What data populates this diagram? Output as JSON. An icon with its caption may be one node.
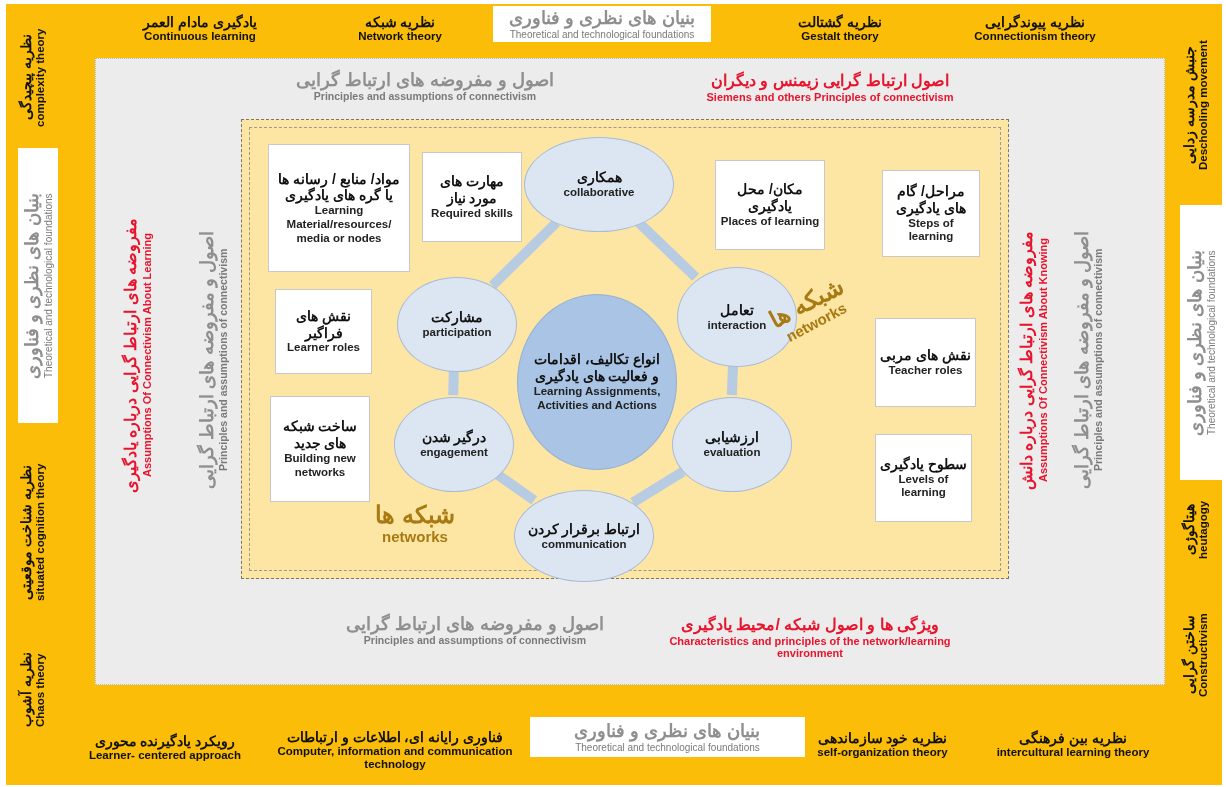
{
  "diagram": {
    "nodes": [
      {
        "text": [],
        "shape": "box"
      },
      {
        "text": [],
        "shape": "box",
        "in": 0
      },
      {
        "text": [
          "مواد/ منابع / رسانه ها یا گره های یادگیری",
          "Learning Material/resources/ media or nodes"
        ],
        "in": 1
      },
      {
        "text": [
          "مهارت های مورد نیاز",
          "Required skills"
        ],
        "in": 1
      },
      {
        "text": [
          "مکان/ محل یادگیری",
          "Places of learning"
        ],
        "in": 1
      },
      {
        "text": [
          "مراحل/ گام های یادگیری",
          "Steps of learning"
        ],
        "in": 1
      },
      {
        "text": [
          "نقش های فراگیر",
          "Learner roles"
        ],
        "in": 1
      },
      {
        "text": [
          "همکاری",
          "collaborative"
        ],
        "in": 1
      },
      {
        "text": [
          "مشارکت",
          "participation"
        ],
        "in": 1
      },
      {
        "text": [
          "انواع تکالیف، اقدامات و فعالیت های یادگیری",
          "Learning Assignments, Activities and Actions"
        ],
        "in": 1
      },
      {
        "text": [
          "تعامل",
          "interaction"
        ],
        "in": 1
      },
      {
        "text": [
          "نقش های مربی",
          "Teacher roles"
        ],
        "in": 1
      },
      {
        "text": [
          "ساخت شبکه های جدید",
          "Building new networks"
        ],
        "in": 1
      },
      {
        "text": [
          "درگیر شدن",
          "engagement"
        ],
        "in": 1
      },
      {
        "text": [
          "ارزشیابی",
          "evaluation"
        ],
        "in": 1
      },
      {
        "text": [
          "سطوح یادگیری",
          "Levels of learning"
        ],
        "in": 1
      },
      {
        "text": [
          "ارتباط برقرار کردن",
          "communication"
        ],
        "in": 1
      }
    ],
    "edges": [
      {
        "from": 7,
        "to": 10,
        "arrow": "none"
      },
      {
        "from": 10,
        "to": 14,
        "arrow": "none"
      },
      {
        "from": 14,
        "to": 16,
        "arrow": "none"
      },
      {
        "from": 16,
        "to": 13,
        "arrow": "none"
      },
      {
        "from": 13,
        "to": 8,
        "arrow": "none"
      },
      {
        "from": 8,
        "to": 7,
        "arrow": "none"
      }
    ],
    "labels": [
      "یادگیری مادام العمر",
      "Continuous learning",
      "نظریه شبکه",
      "Network theory",
      "بنیان های نظری و فناوری",
      "Theoretical and technological foundations",
      "نظریه گشتالت",
      "Gestalt theory",
      "نظریه پیوندگرایی",
      "Connectionism theory",
      "نظریه پیچیدگی",
      "complexity theory",
      "بنیان های نظری و فناوری",
      "Theoretical and technological foundations",
      "نظریه شناخت موقعیتی",
      "situated cognition theory",
      "نظریه آشوب",
      "Chaos theory",
      "جنبش مدرسه زدایی",
      "Deschooling movement",
      "بنیان های نظری و فناوری",
      "Theoretical and technological foundations",
      "هیتاگوژی",
      "heutagogy",
      "ساختن گرایی",
      "Constructivism",
      "اصول و مفروضه های ارتباط گرایی",
      "Principles and assumptions of connectivism",
      "اصول ارتباط گرایی زیمنس و دیگران",
      "Siemens and others Principles of connectivism",
      "مفروضه های ارتباط گرایی درباره یادگیری",
      "Assumptions Of Connectivism About Learning",
      "اصول و مفروضه های ارتباط گرایی",
      "Principles and assumptions of connectivism",
      "مفروضه های ارتباط گرایی درباره دانش",
      "Assumptions Of Connectivism About Knowing",
      "اصول و مفروضه های ارتباط گرایی",
      "Principles and assumptions of connectivism",
      "شبکه ها",
      "networks",
      "شبکه ها",
      "networks",
      "اصول و مفروضه های ارتباط گرایی",
      "Principles and assumptions of connectivism",
      "ویژگی ها و اصول شبکه /محیط یادگیری",
      "Characteristics and principles of the network/learning environment",
      "رویکرد یادگیرنده محوری",
      "Learner- centered approach",
      "فناوری رایانه ای، اطلاعات و ارتباطات",
      "Computer, information and communication technology",
      "بنیان های نظری و فناوری",
      "Theoretical and technological foundations",
      "نظریه خود سازماندهی",
      "self-organization theory",
      "نظریه بین فرهنگی",
      "intercultural  learning theory"
    ]
  }
}
